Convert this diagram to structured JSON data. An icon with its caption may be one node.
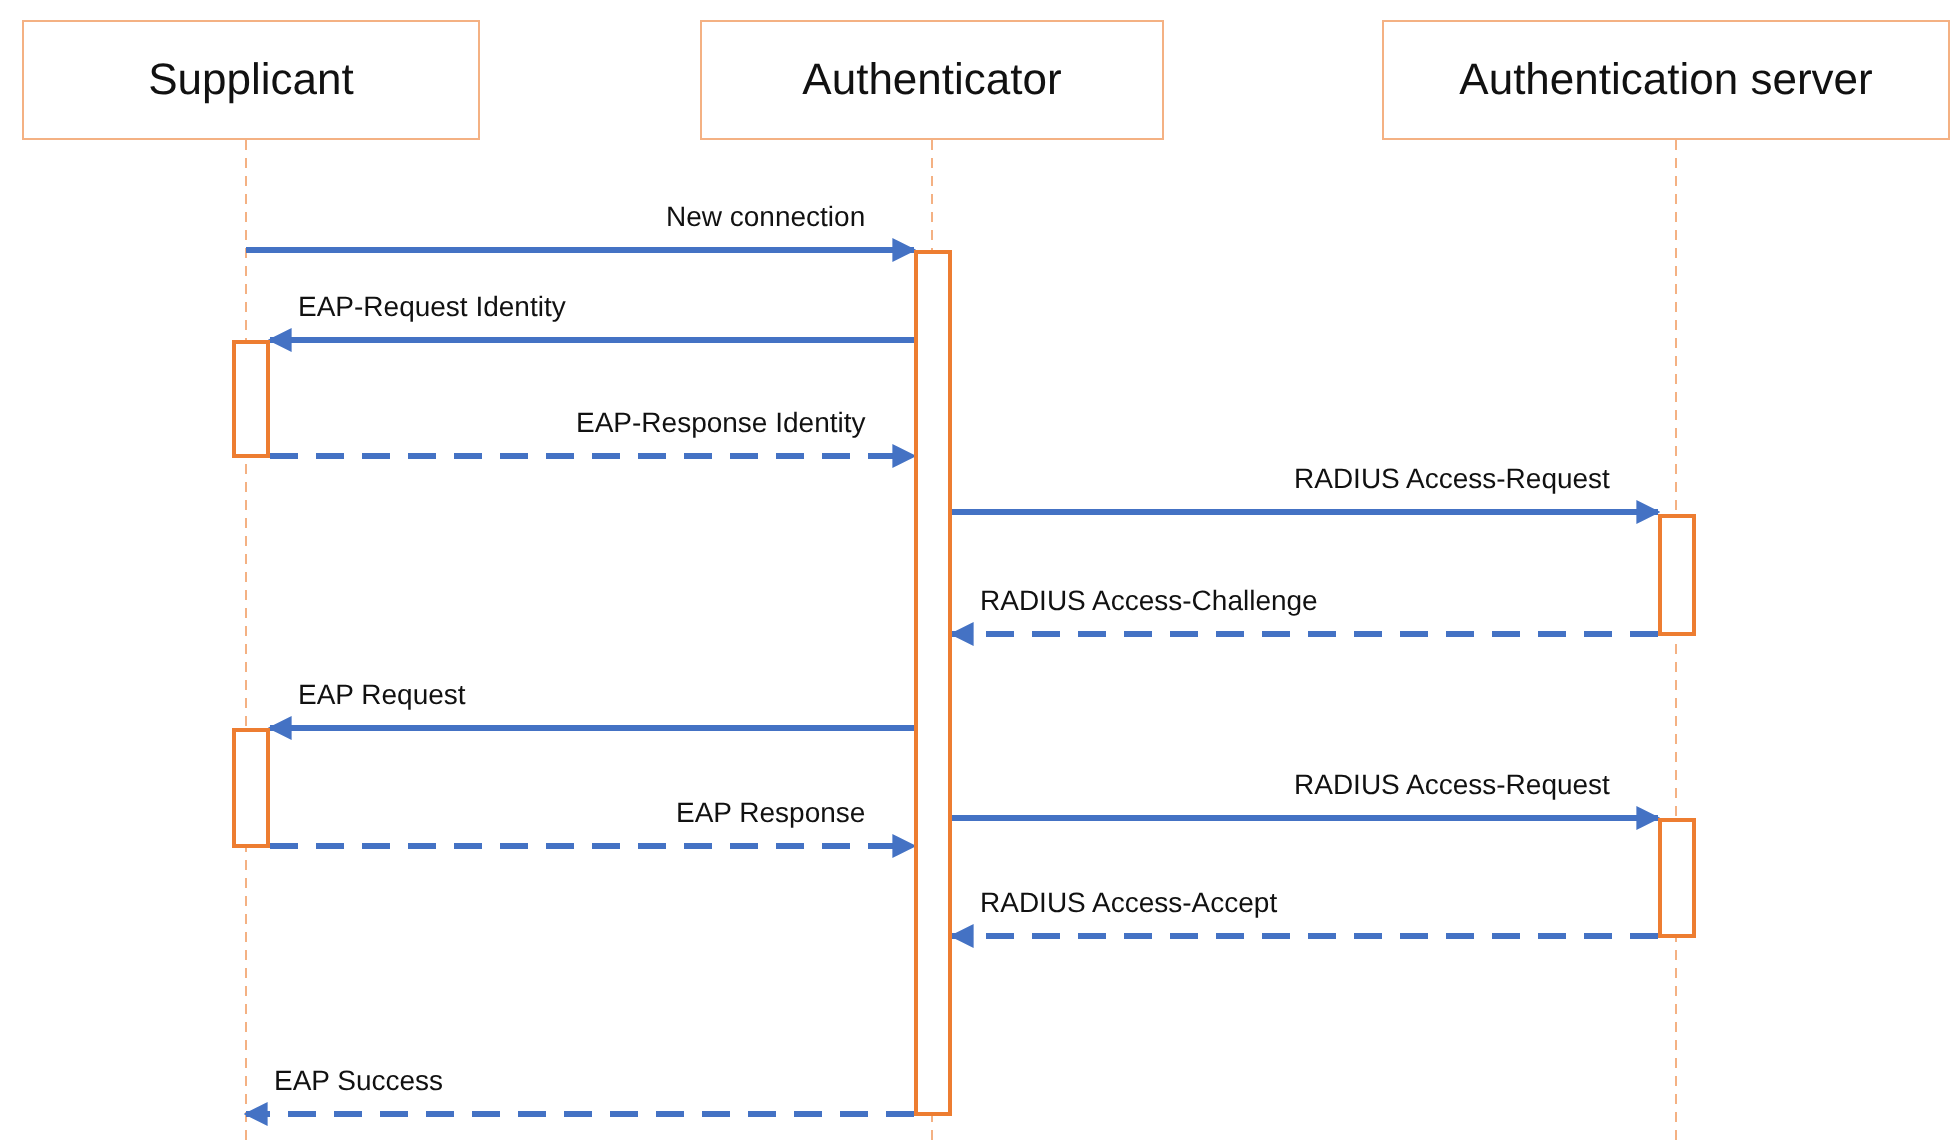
{
  "diagram": {
    "nodes": [
      {
        "text": [
          "Supplicant"
        ]
      },
      {
        "text": [
          "Authenticator"
        ]
      },
      {
        "text": [
          "Authentication server"
        ]
      },
      {
        "text": [],
        "shape": "bar"
      },
      {
        "text": [],
        "shape": "bar"
      },
      {
        "text": [],
        "shape": "bar"
      },
      {
        "text": [],
        "shape": "bar"
      },
      {
        "text": [],
        "shape": "bar"
      }
    ],
    "edges": [
      {
        "from": null,
        "to": 3,
        "arrow": "to",
        "label": "New connection"
      },
      {
        "from": 3,
        "to": 4,
        "arrow": "to",
        "label": "EAP-Request Identity"
      },
      {
        "from": 4,
        "to": 3,
        "arrow": "to",
        "label": "EAP-Response Identity",
        "style": "dashed"
      },
      {
        "from": 3,
        "to": 5,
        "arrow": "to",
        "label": "RADIUS Access-Request"
      },
      {
        "from": 5,
        "to": 3,
        "arrow": "to",
        "label": "RADIUS Access-Challenge",
        "style": "dashed"
      },
      {
        "from": 3,
        "to": 6,
        "arrow": "to",
        "label": "EAP Request"
      },
      {
        "from": 6,
        "to": 3,
        "arrow": "to",
        "label": "EAP Response",
        "style": "dashed"
      },
      {
        "from": 3,
        "to": 7,
        "arrow": "to",
        "label": "RADIUS Access-Request"
      },
      {
        "from": 7,
        "to": 3,
        "arrow": "to",
        "label": "RADIUS Access-Accept",
        "style": "dashed"
      },
      {
        "from": 3,
        "to": null,
        "arrow": "to",
        "label": "EAP Success",
        "style": "dashed"
      }
    ]
  }
}
